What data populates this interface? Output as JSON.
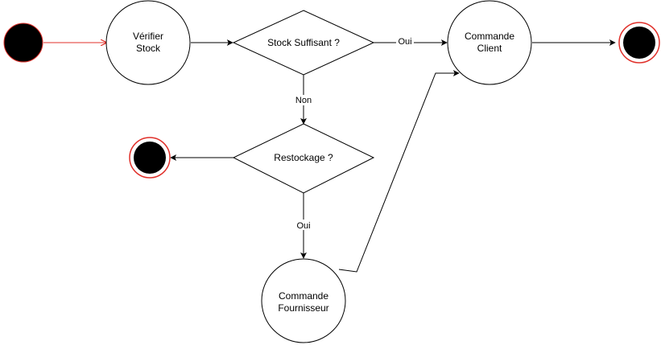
{
  "colors": {
    "stroke": "#000000",
    "node_fill": "#ffffff",
    "terminal_fill": "#000000",
    "start_edge": "#e0302a",
    "final_ring": "#e0302a",
    "background": "#ffffff"
  },
  "nodes": {
    "verifier_stock": {
      "line1": "Vérifier",
      "line2": "Stock"
    },
    "stock_suffisant": {
      "label": "Stock Suffisant ?"
    },
    "commande_client": {
      "line1": "Commande",
      "line2": "Client"
    },
    "restockage": {
      "label": "Restockage ?"
    },
    "commande_fournisseur": {
      "line1": "Commande",
      "line2": "Fournisseur"
    }
  },
  "edges": {
    "oui_stock": "Oui",
    "non_stock": "Non",
    "oui_restockage": "Oui"
  }
}
